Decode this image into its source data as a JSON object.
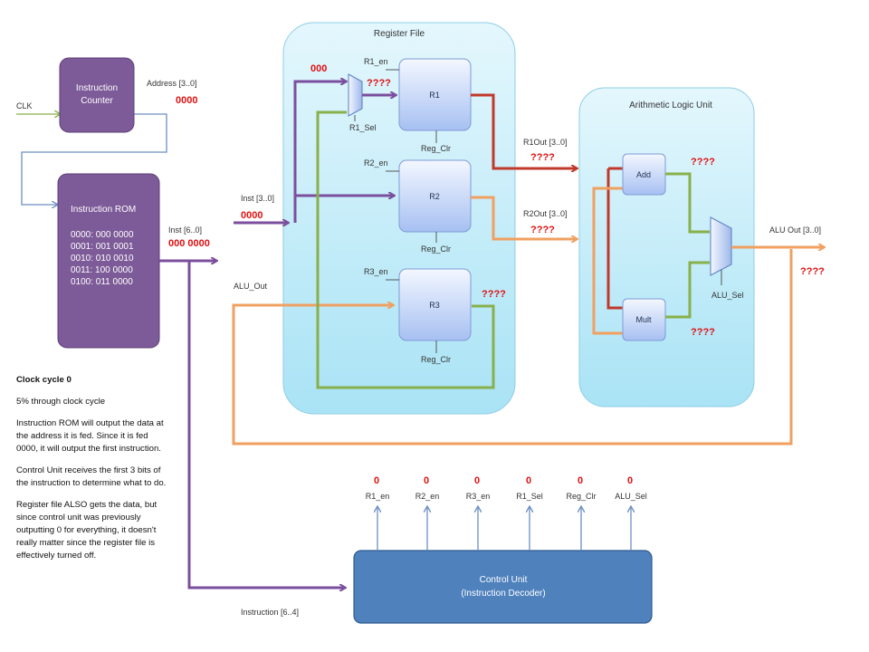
{
  "blocks": {
    "instruction_counter": "Instruction\nCounter",
    "instruction_rom": "Instruction ROM",
    "register_file": "Register File",
    "alu": "Arithmetic Logic Unit",
    "control_unit": "Control Unit\n(Instruction Decoder)",
    "r1": "R1",
    "r2": "R2",
    "r3": "R3",
    "add": "Add",
    "mult": "Mult"
  },
  "rom_lines": [
    "0000:  000 0000",
    "0001:  001 0001",
    "0010:  010 0010",
    "0011:  100 0000",
    "0100:  011 0000"
  ],
  "labels": {
    "clk": "CLK",
    "address": "Address [3..0]",
    "inst_60": "Inst [6..0]",
    "inst_30": "Inst [3..0]",
    "alu_out_in": "ALU_Out",
    "r1_en": "R1_en",
    "r2_en": "R2_en",
    "r3_en": "R3_en",
    "r1_sel": "R1_Sel",
    "reg_clr_1": "Reg_Clr",
    "reg_clr_2": "Reg_Clr",
    "reg_clr_3": "Reg_Clr",
    "r1out": "R1Out [3..0]",
    "r2out": "R2Out [3..0]",
    "alu_sel": "ALU_Sel",
    "alu_out": "ALU Out [3..0]",
    "instruction_64": "Instruction [6..4]"
  },
  "values": {
    "address": "0000",
    "inst_60": "000 0000",
    "inst_30": "0000",
    "mux_r1": "000",
    "mux_out": "????",
    "r1out": "????",
    "r2out": "????",
    "r3out": "????",
    "add_out": "????",
    "mult_out": "????",
    "alu_out": "????"
  },
  "control_signals": [
    {
      "name": "R1_en",
      "value": "0"
    },
    {
      "name": "R2_en",
      "value": "0"
    },
    {
      "name": "R3_en",
      "value": "0"
    },
    {
      "name": "R1_Sel",
      "value": "0"
    },
    {
      "name": "Reg_Clr",
      "value": "0"
    },
    {
      "name": "ALU_Sel",
      "value": "0"
    }
  ],
  "notes": {
    "heading": "Clock cycle 0",
    "progress": "5% through clock cycle",
    "p1": "Instruction ROM will output the data at the address it is fed. Since it is fed 0000, it will output the first instruction.",
    "p2": "Control Unit receives the first 3 bits of the instruction to determine what to do.",
    "p3": "Register file ALSO gets the data, but since control unit was previously outputting 0 for everything, it doesn't really matter since the register file is effectively turned off."
  },
  "colors": {
    "purple_wire": "#7b4f9d",
    "green_wire": "#88b04b",
    "orange_wire": "#f0a060",
    "red_wire": "#c0392b",
    "blue_wire": "#6d8fc4",
    "value_red": "#e01010"
  }
}
